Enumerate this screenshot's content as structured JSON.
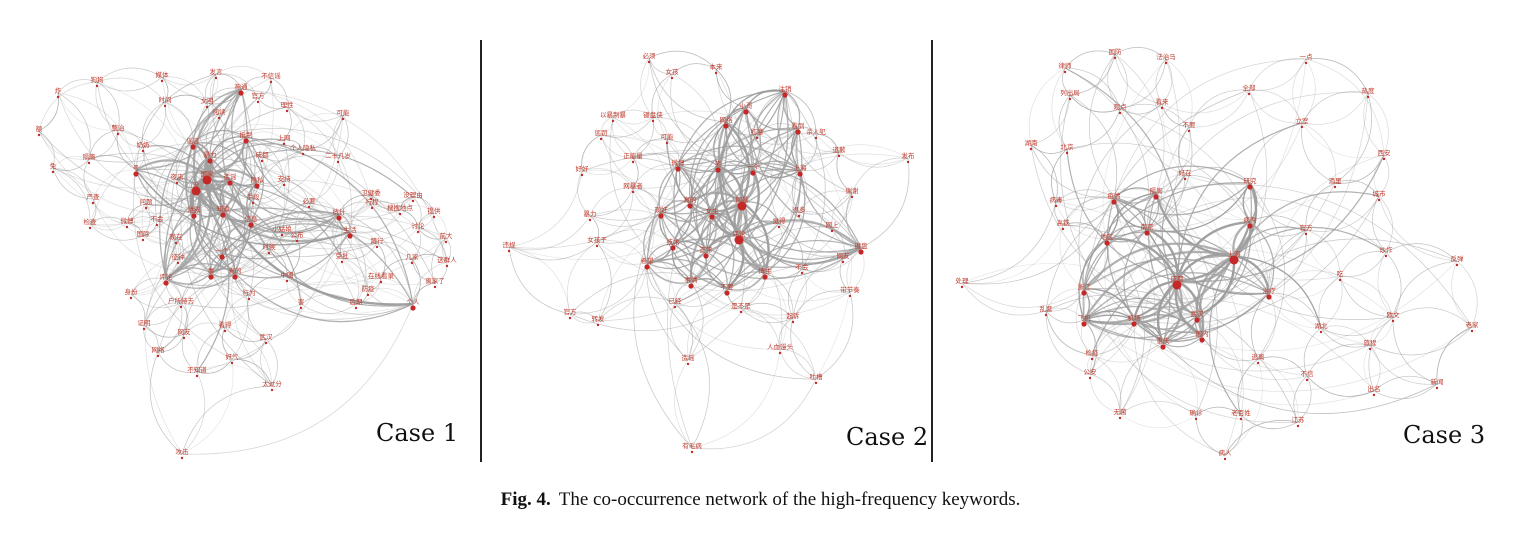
{
  "figure": {
    "caption_prefix": "Fig. 4.",
    "caption_text": "The co-occurrence network of the high-frequency keywords.",
    "node_color": "#c62828",
    "edge_color": "#9e9e9e"
  },
  "panels": [
    {
      "label": "Case 1",
      "nodes": [
        {
          "label": "狗狗",
          "size": 1
        },
        {
          "label": "炸",
          "size": 1
        },
        {
          "label": "额",
          "size": 1
        },
        {
          "label": "免",
          "size": 1
        },
        {
          "label": "媒体",
          "size": 1
        },
        {
          "label": "时间",
          "size": 1
        },
        {
          "label": "发言",
          "size": 1
        },
        {
          "label": "神通",
          "size": 2
        },
        {
          "label": "不信谣",
          "size": 1
        },
        {
          "label": "文明",
          "size": 1
        },
        {
          "label": "官方",
          "size": 1
        },
        {
          "label": "理性",
          "size": 1
        },
        {
          "label": "可能",
          "size": 1
        },
        {
          "label": "整治",
          "size": 1
        },
        {
          "label": "阅读",
          "size": 1
        },
        {
          "label": "抵制",
          "size": 2
        },
        {
          "label": "上网",
          "size": 1
        },
        {
          "label": "奶奶",
          "size": 1
        },
        {
          "label": "谣言",
          "size": 2
        },
        {
          "label": "个人隐私",
          "size": 1
        },
        {
          "label": "暴力",
          "size": 2
        },
        {
          "label": "成都",
          "size": 1
        },
        {
          "label": "二十几岁",
          "size": 1
        },
        {
          "label": "隔离",
          "size": 1
        },
        {
          "label": "号",
          "size": 2
        },
        {
          "label": "国家",
          "size": 3
        },
        {
          "label": "造谣",
          "size": 2
        },
        {
          "label": "夜店",
          "size": 1
        },
        {
          "label": "隐私",
          "size": 2
        },
        {
          "label": "支持",
          "size": 1
        },
        {
          "label": "没",
          "size": 3
        },
        {
          "label": "严查",
          "size": 1
        },
        {
          "label": "问题",
          "size": 1
        },
        {
          "label": "手段",
          "size": 1
        },
        {
          "label": "必要",
          "size": 1
        },
        {
          "label": "知道",
          "size": 2
        },
        {
          "label": "泄露",
          "size": 2
        },
        {
          "label": "检查",
          "size": 1
        },
        {
          "label": "微博",
          "size": 1
        },
        {
          "label": "不会",
          "size": 1
        },
        {
          "label": "信息",
          "size": 2
        },
        {
          "label": "小姑娘",
          "size": 1
        },
        {
          "label": "公布",
          "size": 1
        },
        {
          "label": "国际",
          "size": 1
        },
        {
          "label": "现在",
          "size": 1
        },
        {
          "label": "时候",
          "size": 1
        },
        {
          "label": "征钟",
          "size": 1
        },
        {
          "label": "一个",
          "size": 2
        },
        {
          "label": "事",
          "size": 2
        },
        {
          "label": "真的",
          "size": 2
        },
        {
          "label": "评论",
          "size": 2
        },
        {
          "label": "中国",
          "size": 1
        },
        {
          "label": "身份",
          "size": 1
        },
        {
          "label": "行为",
          "size": 1
        },
        {
          "label": "户所待去",
          "size": 1
        },
        {
          "label": "害",
          "size": 1
        },
        {
          "label": "证明",
          "size": 1
        },
        {
          "label": "网友",
          "size": 1
        },
        {
          "label": "看得",
          "size": 1
        },
        {
          "label": "武汉",
          "size": 1
        },
        {
          "label": "网络",
          "size": 1
        },
        {
          "label": "好气",
          "size": 1
        },
        {
          "label": "不知道",
          "size": 1
        },
        {
          "label": "太过分",
          "size": 1
        },
        {
          "label": "攻击",
          "size": 1
        },
        {
          "label": "卫健委",
          "size": 1
        },
        {
          "label": "没理由",
          "size": 1
        },
        {
          "label": "行程",
          "size": 1
        },
        {
          "label": "提供",
          "size": 1
        },
        {
          "label": "搜搜地点",
          "size": 1
        },
        {
          "label": "讨论",
          "size": 1
        },
        {
          "label": "前大",
          "size": 1
        },
        {
          "label": "统计",
          "size": 2
        },
        {
          "label": "生活",
          "size": 2
        },
        {
          "label": "蹲行",
          "size": 1
        },
        {
          "label": "几家",
          "size": 1
        },
        {
          "label": "这群人",
          "size": 1
        },
        {
          "label": "受批",
          "size": 1
        },
        {
          "label": "在线看录",
          "size": 1
        },
        {
          "label": "离家了",
          "size": 1
        },
        {
          "label": "防疫",
          "size": 1
        },
        {
          "label": "后期",
          "size": 1
        },
        {
          "label": "个人",
          "size": 2
        }
      ]
    },
    {
      "label": "Case 2",
      "nodes": [
        {
          "label": "必须",
          "size": 1
        },
        {
          "label": "本来",
          "size": 1
        },
        {
          "label": "女孩",
          "size": 1
        },
        {
          "label": "注销",
          "size": 2
        },
        {
          "label": "小哥",
          "size": 2
        },
        {
          "label": "以暴制暴",
          "size": 1
        },
        {
          "label": "键盘侠",
          "size": 1
        },
        {
          "label": "网络",
          "size": 2
        },
        {
          "label": "看到",
          "size": 2
        },
        {
          "label": "杀人犯",
          "size": 1
        },
        {
          "label": "红塞",
          "size": 1
        },
        {
          "label": "惩罚",
          "size": 1
        },
        {
          "label": "可能",
          "size": 1
        },
        {
          "label": "道歉",
          "size": 1
        },
        {
          "label": "发布",
          "size": 1
        },
        {
          "label": "正能量",
          "size": 1
        },
        {
          "label": "好好",
          "size": 1
        },
        {
          "label": "微博",
          "size": 2
        },
        {
          "label": "笑",
          "size": 2
        },
        {
          "label": "一个",
          "size": 2
        },
        {
          "label": "上海",
          "size": 2
        },
        {
          "label": "网暴者",
          "size": 1
        },
        {
          "label": "谢谢",
          "size": 1
        },
        {
          "label": "网暴",
          "size": 3
        },
        {
          "label": "真的",
          "size": 2
        },
        {
          "label": "现好",
          "size": 2
        },
        {
          "label": "女生",
          "size": 2
        },
        {
          "label": "很多",
          "size": 1
        },
        {
          "label": "暴力",
          "size": 1
        },
        {
          "label": "觉得",
          "size": 1
        },
        {
          "label": "网上",
          "size": 1
        },
        {
          "label": "女孩子",
          "size": 1
        },
        {
          "label": "评论",
          "size": 3
        },
        {
          "label": "违规",
          "size": 1
        },
        {
          "label": "键盘",
          "size": 2
        },
        {
          "label": "技术",
          "size": 2
        },
        {
          "label": "正常",
          "size": 2
        },
        {
          "label": "网友",
          "size": 1
        },
        {
          "label": "希望",
          "size": 2
        },
        {
          "label": "不会",
          "size": 1
        },
        {
          "label": "博主",
          "size": 2
        },
        {
          "label": "事情",
          "size": 2
        },
        {
          "label": "不要",
          "size": 2
        },
        {
          "label": "带节奏",
          "size": 1
        },
        {
          "label": "已经",
          "size": 1
        },
        {
          "label": "是不是",
          "size": 1
        },
        {
          "label": "官方",
          "size": 1
        },
        {
          "label": "转发",
          "size": 1
        },
        {
          "label": "起诉",
          "size": 1
        },
        {
          "label": "人血馒头",
          "size": 1
        },
        {
          "label": "造谣",
          "size": 1
        },
        {
          "label": "吐槽",
          "size": 1
        },
        {
          "label": "有毛病",
          "size": 1
        }
      ]
    },
    {
      "label": "Case 3",
      "nodes": [
        {
          "label": "国防",
          "size": 1
        },
        {
          "label": "法治马",
          "size": 1
        },
        {
          "label": "一点",
          "size": 1
        },
        {
          "label": "律师",
          "size": 1
        },
        {
          "label": "列出局",
          "size": 1
        },
        {
          "label": "全部",
          "size": 1
        },
        {
          "label": "热度",
          "size": 1
        },
        {
          "label": "观点",
          "size": 1
        },
        {
          "label": "看来",
          "size": 1
        },
        {
          "label": "不要",
          "size": 1
        },
        {
          "label": "立室",
          "size": 1
        },
        {
          "label": "湖南",
          "size": 1
        },
        {
          "label": "北京",
          "size": 1
        },
        {
          "label": "西安",
          "size": 1
        },
        {
          "label": "好在",
          "size": 1
        },
        {
          "label": "研究",
          "size": 2
        },
        {
          "label": "酒里",
          "size": 1
        },
        {
          "label": "城市",
          "size": 1
        },
        {
          "label": "疫情",
          "size": 2
        },
        {
          "label": "隔离",
          "size": 2
        },
        {
          "label": "病毒",
          "size": 1
        },
        {
          "label": "病例",
          "size": 2
        },
        {
          "label": "高铁",
          "size": 1
        },
        {
          "label": "南京",
          "size": 2
        },
        {
          "label": "官方",
          "size": 1
        },
        {
          "label": "地区",
          "size": 2
        },
        {
          "label": "上海",
          "size": 3
        },
        {
          "label": "炒作",
          "size": 1
        },
        {
          "label": "反弹",
          "size": 1
        },
        {
          "label": "处理",
          "size": 1
        },
        {
          "label": "成都",
          "size": 3
        },
        {
          "label": "浙江",
          "size": 2
        },
        {
          "label": "吃",
          "size": 1
        },
        {
          "label": "治疗",
          "size": 2
        },
        {
          "label": "乱套",
          "size": 1
        },
        {
          "label": "飞机",
          "size": 2
        },
        {
          "label": "机场",
          "size": 2
        },
        {
          "label": "武汉",
          "size": 2
        },
        {
          "label": "国内",
          "size": 2
        },
        {
          "label": "重庆",
          "size": 2
        },
        {
          "label": "湖北",
          "size": 1
        },
        {
          "label": "欧文",
          "size": 1
        },
        {
          "label": "老家",
          "size": 1
        },
        {
          "label": "旅程",
          "size": 1
        },
        {
          "label": "检疫",
          "size": 1
        },
        {
          "label": "逃离",
          "size": 1
        },
        {
          "label": "公安",
          "size": 1
        },
        {
          "label": "不信",
          "size": 1
        },
        {
          "label": "出名",
          "size": 1
        },
        {
          "label": "新闻",
          "size": 1
        },
        {
          "label": "无菌",
          "size": 1
        },
        {
          "label": "确诊",
          "size": 1
        },
        {
          "label": "老百姓",
          "size": 1
        },
        {
          "label": "江苏",
          "size": 1
        },
        {
          "label": "病人",
          "size": 1
        }
      ]
    }
  ]
}
